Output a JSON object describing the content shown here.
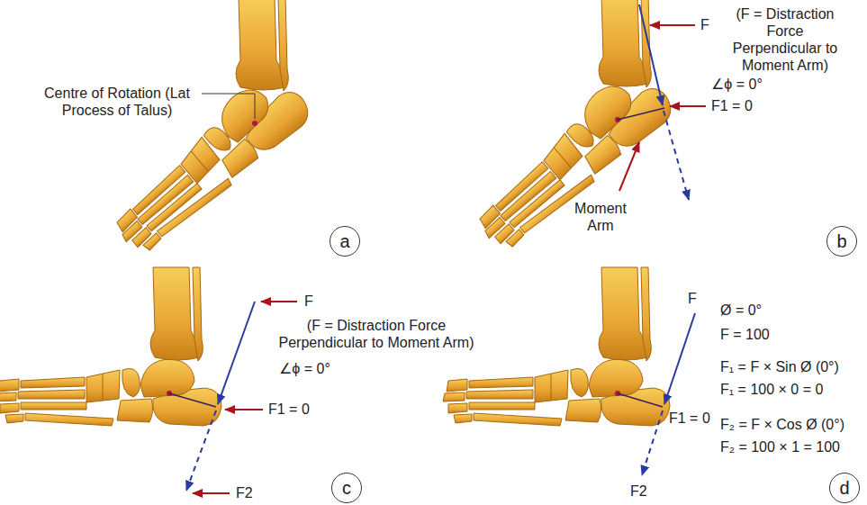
{
  "diagram": {
    "nodes": [
      {
        "text": [
          "a"
        ]
      },
      {
        "text": [
          "b"
        ]
      },
      {
        "text": [
          "c"
        ]
      },
      {
        "text": [
          "d"
        ]
      }
    ],
    "labels": [
      "Centre of Rotation (Lat Process of Talus)",
      "F",
      "(F = Distraction Force Perpendicular to Moment Arm)",
      "∠ϕ = 0°",
      "F1 = 0",
      "Moment Arm",
      "F",
      "(F = Distraction Force Perpendicular to Moment Arm)",
      "∠ϕ = 0°",
      "F1 = 0",
      "F2",
      "F",
      "Ø = 0°",
      "F = 100",
      "F₁ = F × Sin Ø (0°)",
      "F₁ = 100 × 0 = 0",
      "F₂ = F × Cos Ø (0°)",
      "F₂ = 100 × 1 = 100",
      "F1 = 0",
      "F2"
    ]
  }
}
